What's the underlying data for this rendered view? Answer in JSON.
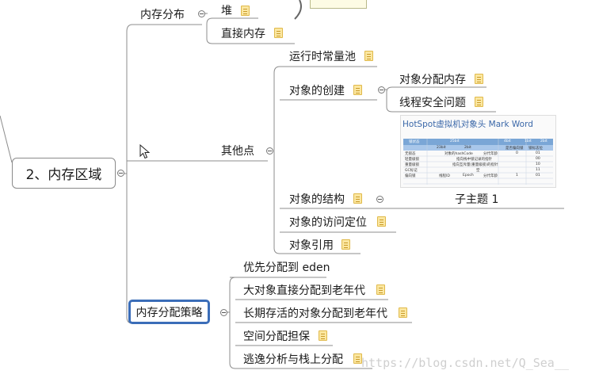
{
  "root": {
    "label": "2、内存区域"
  },
  "branches": {
    "memory_layout": {
      "label": "内存分布",
      "children": {
        "heap": "堆",
        "direct_memory": "直接内存"
      }
    },
    "others": {
      "label": "其他点",
      "children": {
        "constant_pool": "运行时常量池",
        "object_creation": "对象的创建",
        "object_structure": "对象的结构",
        "object_access": "对象的访问定位",
        "object_reference": "对象引用"
      },
      "creation_children": {
        "allocation": "对象分配内存",
        "thread_safety": "线程安全问题"
      },
      "structure_children": {
        "subtopic": "子主题 1"
      }
    },
    "allocation_strategy": {
      "label": "内存分配策略",
      "children": {
        "eden": "优先分配到 eden",
        "large_object": "大对象直接分配到老年代",
        "long_lived": "长期存活的对象分配到老年代",
        "guarantee": "空间分配担保",
        "escape": "逃逸分析与栈上分配"
      }
    }
  },
  "markword_image": {
    "title": "HotSpot虚拟机对象头 Mark Word",
    "header": [
      "锁状态",
      "25bit",
      "4bit",
      "1bit",
      "2bit"
    ],
    "subheader": [
      "",
      "23bit",
      "2bit",
      "",
      "是否偏向锁",
      "锁标志位"
    ],
    "rows": [
      [
        "无锁态",
        "对象的hashCode",
        "分代年龄",
        "0",
        "01"
      ],
      [
        "轻量级锁",
        "指向栈中锁记录的指针",
        "",
        "",
        "00"
      ],
      [
        "重量级锁",
        "指向互斥量(重量级锁)的指针",
        "",
        "",
        "10"
      ],
      [
        "GC标记",
        "空",
        "",
        "",
        "11"
      ],
      [
        "偏向锁",
        "线程ID",
        "Epoch",
        "分代年龄",
        "1",
        "01"
      ]
    ]
  },
  "watermark": "https://blog.csdn.net/Q_Sea__",
  "colors": {
    "line": "#8c8c8c",
    "selection": "#3b6db8",
    "note": "#fbe7a1"
  }
}
